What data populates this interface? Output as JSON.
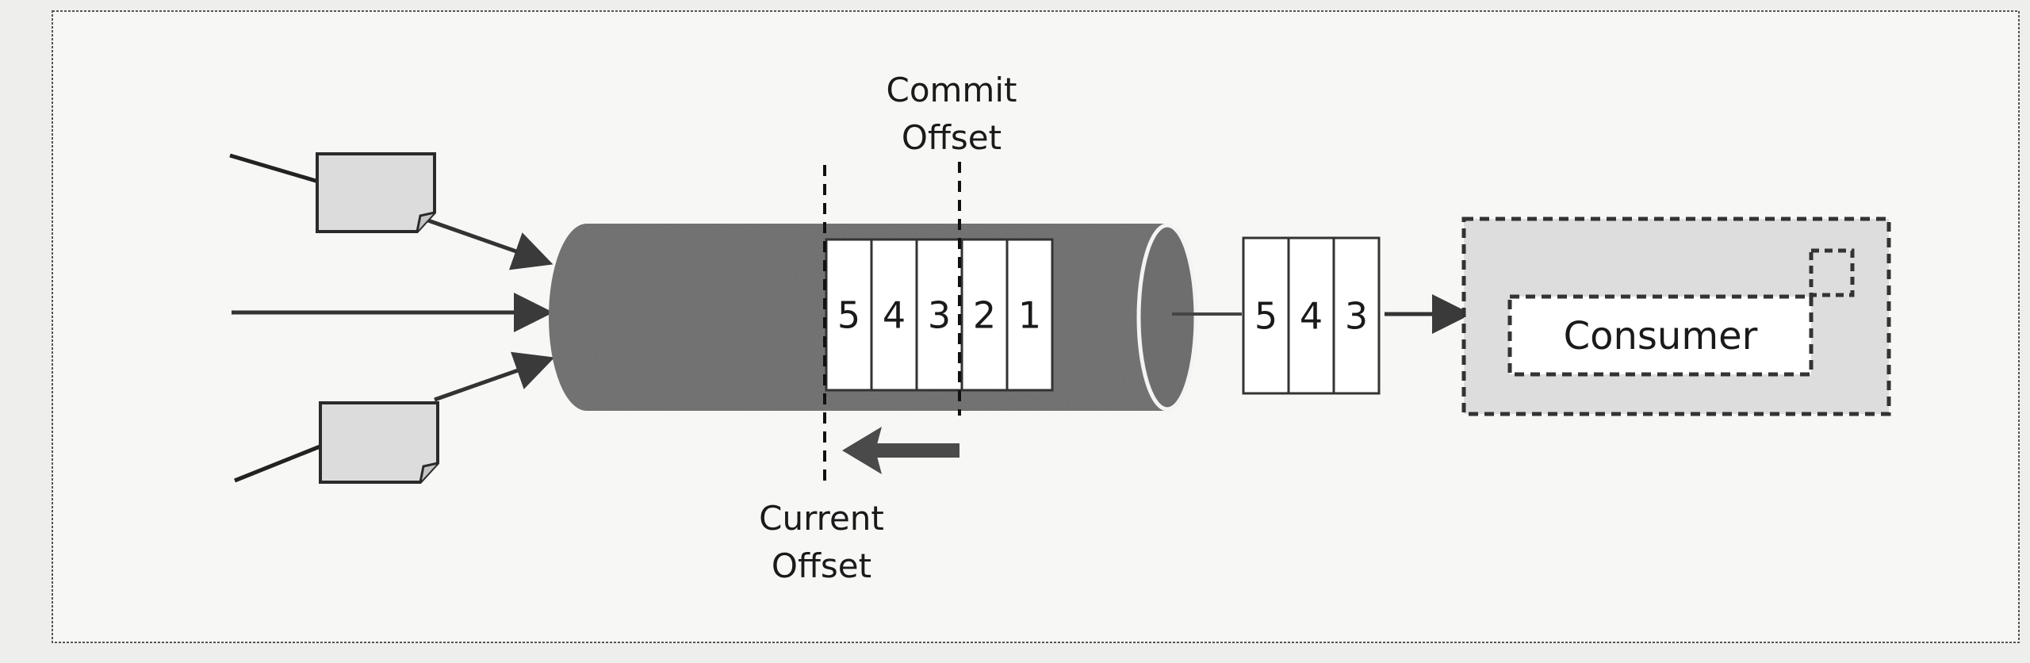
{
  "labels": {
    "commit_offset_line1": "Commit",
    "commit_offset_line2": "Offset",
    "current_offset_line1": "Current",
    "current_offset_line2": "Offset",
    "consumer": "Consumer"
  },
  "topic_messages": [
    "5",
    "4",
    "3",
    "2",
    "1"
  ],
  "fetched_messages": [
    "5",
    "4",
    "3"
  ],
  "colors": {
    "page": "#eeeeec",
    "frame": "#f7f7f5",
    "cylinder": "#6b6b6b",
    "document": "#dcdcdc",
    "consumer_group": "#dddddd",
    "ink": "#1a1a1a"
  },
  "icons": {
    "producer_document": "document-icon",
    "arrow": "arrow-icon"
  }
}
